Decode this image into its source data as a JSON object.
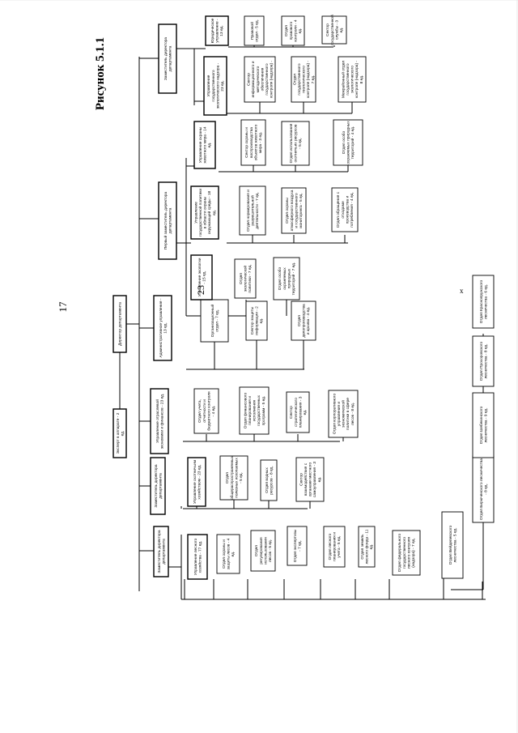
{
  "page": {
    "number": "17",
    "figure_title": "Рисунок 5.1.1",
    "stray_mark": "x",
    "overlap_mark": "23"
  },
  "boxes": {
    "director": "Директор департамента",
    "expert": "Эксперт в аппарате - 2 ед.",
    "deputy_a": "Заместитель директора департамента",
    "deputy_b": "Заместитель директора департамента",
    "finance": "Управление отраслевой экономики и финансов - 23 ед.",
    "admin": "Административное управление - 13 ед.",
    "first_deputy": "Первый заместитель директора департамента",
    "deputy_c": "Заместитель директора департамента",
    "forest_mgmt": "Управление лесного хозяйства - 77 ед.",
    "forest_guard": "Отдел охраны и защиты лесов - 4 ед.",
    "forest_regulation": "Отдел регулирования использования лесов - 5 ед.",
    "inventory": "Отдел экспертизы - 7 ед.",
    "forest_accounting": "Отдел лесного планирования и учета - 5 ед.",
    "forest_fund": "Отдел земель лесного фонда - 11 ед.",
    "fed_control": "Отдел федерального государственного лесного контроля (надзора) - 7 ед.",
    "hunting_mgmt": "Управление охотничьим хозяйством - 23 ед.",
    "hunting_resources": "Отдел общераспространенных полезных ископаемых - 5 ед.",
    "water_use": "Отдел водных ресурсов - 8 ед.",
    "cooperation": "Сектор взаимодействия с органами местного самоуправления - 3 ед.",
    "budget_accounting": "Отдел учета, отчетности и бюджетного контроля - 4 ед.",
    "finance_planning": "Отдел финансового планирования и исполнения государственных программ - 5 ед.",
    "strategy": "Сектор стратегического планирования - 3 ед.",
    "corp_mgmt": "Отдел корпоративного управления и экономической политики в сфере лесов - 8 ед.",
    "org_legal": "Организационный отдел - 7 ед.",
    "info_protection": "Сектор защиты информации - 2 ед.",
    "records": "Отдел делопроизводства и архива - 4 ед.",
    "ecology_mgmt": "Управление экологии - 15 ед.",
    "ecology_dept": "Отдел экологической политики - 7 ед.",
    "protected_areas": "Отдел особо охраняемых природных территорий - 7 ед.",
    "state_policy": "Управление государственной политики в области охраны окружающей среды - 18 ед.",
    "env_regulation": "Отдел нормирования и разрешительной деятельности - 7 ед.",
    "eco_monitoring": "Отдел охраны атмосферного воздуха и государственного мониторинга - 5 ед.",
    "waste": "Отдел обращения с отходами производства и потребления - 4 ед.",
    "natural_resources": "Управление охраны животного мира - 14 ед.",
    "water_bio": "Сектор охраны и воспроизводства объектов животного мира - 3 ед.",
    "wildlife": "Отдел использования охотничьих ресурсов - 5 ед.",
    "fisheries": "Отдел особо охраняемых природных территорий - 4 ед.",
    "legal_mgmt": "Юридическое управление - 13 ед.",
    "legal_dept": "Правовой отдел - 5 ед.",
    "claims": "Отдел правового контроля - 4 ед.",
    "gov_service": "Сектор государственной службы - 3 ед.",
    "state_supervision": "Управление государственного экологического надзора - 23 ед.",
    "land_control": "Сектор информационного и методического обеспечения государственного контроля (надзора) - 3 ед.",
    "geo_control": "Отдел государственного геологического контроля (надзора) - 7 ед.",
    "region_control": "Межрайонный отдел государственного экологического контроля (надзора) - 8 ед.",
    "lumber_1": "Отдел Вейделевского лесничества - 5 ед.",
    "lumber_2": "Отдел Бирюченского лесничества - 8 ед.",
    "lumber_3": "Отдел Шебекинского лесничества - 9 ед.",
    "lumber_4": "Отдел Прохоровского лесничества - 8 ед.",
    "lumber_5": "Отдел Краснояружского лесничества - 6 ед."
  }
}
